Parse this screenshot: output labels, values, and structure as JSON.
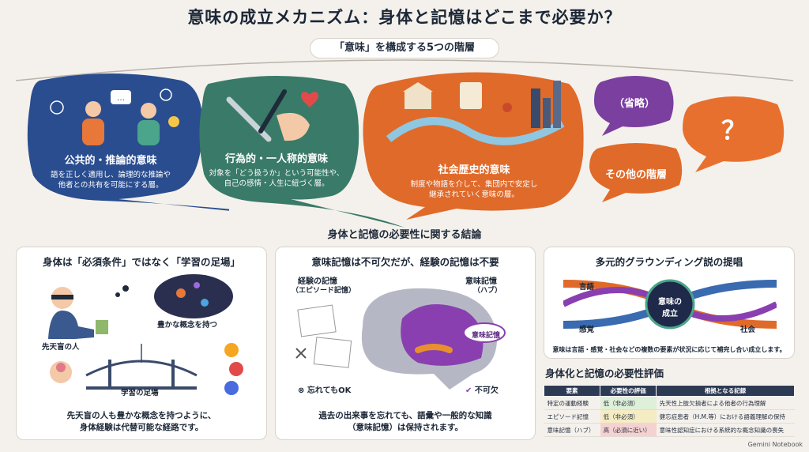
{
  "title": "意味の成立メカニズム：身体と記憶はどこまで必要か？",
  "layers_header": "「意味」を構成する5つの階層",
  "layers": [
    {
      "title": "公共的・推論的意味",
      "desc_line1": "語を正しく適用し、論理的な推論や",
      "desc_line2": "他者との共有を可能にする層。",
      "color": "#2a4d8f"
    },
    {
      "title": "行為的・一人称的意味",
      "desc_line1": "対象を「どう扱うか」という可能性や、",
      "desc_line2": "自己の感情・人生に紐づく層。",
      "color": "#3a7a68"
    },
    {
      "title": "社会歴史的意味",
      "desc_line1": "制度や物語を介して、集団内で安定し",
      "desc_line2": "継承されていく意味の層。",
      "color": "#e06a2a"
    },
    {
      "title": "（省略）",
      "color": "#7b3fa0"
    },
    {
      "title": "その他の階層",
      "color": "#e06a2a"
    },
    {
      "title": "？",
      "color": "#e8702e"
    }
  ],
  "conclusion_header": "身体と記憶の必要性に関する結論",
  "panel1": {
    "title": "身体は「必須条件」ではなく「学習の足場」",
    "label_blind": "先天盲の人",
    "label_concepts": "豊かな概念を持つ",
    "label_scaffold": "学習の足場",
    "foot_line1": "先天盲の人も豊かな概念を持つように、",
    "foot_line2": "身体経験は代替可能な経路です。"
  },
  "panel2": {
    "title": "意味記憶は不可欠だが、経験の記憶は不要",
    "label_episodic_1": "経験の記憶",
    "label_episodic_2": "（エピソード記憶）",
    "label_semantic_1": "意味記憶",
    "label_semantic_2": "（ハブ）",
    "hub": "意味記憶",
    "ok": "忘れてもOK",
    "must": "不可欠",
    "foot_line1": "過去の出来事を忘れても、語彙や一般的な知識",
    "foot_line2": "（意味記憶）は保持されます。"
  },
  "panel3": {
    "title": "多元的グラウンディング説の提唱",
    "strand_language": "言語",
    "strand_sense": "感覚",
    "strand_society": "社会",
    "center_1": "意味の",
    "center_2": "成立",
    "foot": "意味は言語・感覚・社会などの複数の要素が状況に応じて補完し合い成立します。"
  },
  "evaluation": {
    "title": "身体化と記憶の必要性評価",
    "headers": [
      "要素",
      "必要性の評価",
      "根拠となる記録"
    ],
    "rows": [
      {
        "element": "特定の運動経験",
        "rating": "低（非必須）",
        "evidence": "先天性上肢欠損者による他者の行為理解",
        "color": "#dff0d8"
      },
      {
        "element": "エピソード記憶",
        "rating": "低（非必須）",
        "evidence": "健忘症患者（H.M.等）における語義理解の保持",
        "color": "#f5ecc4"
      },
      {
        "element": "意味記憶（ハブ）",
        "rating": "高（必須に近い）",
        "evidence": "意味性認知症における系統的な概念知識の喪失",
        "color": "#f5d2d2"
      }
    ]
  },
  "footer": "Gemini Notebook"
}
